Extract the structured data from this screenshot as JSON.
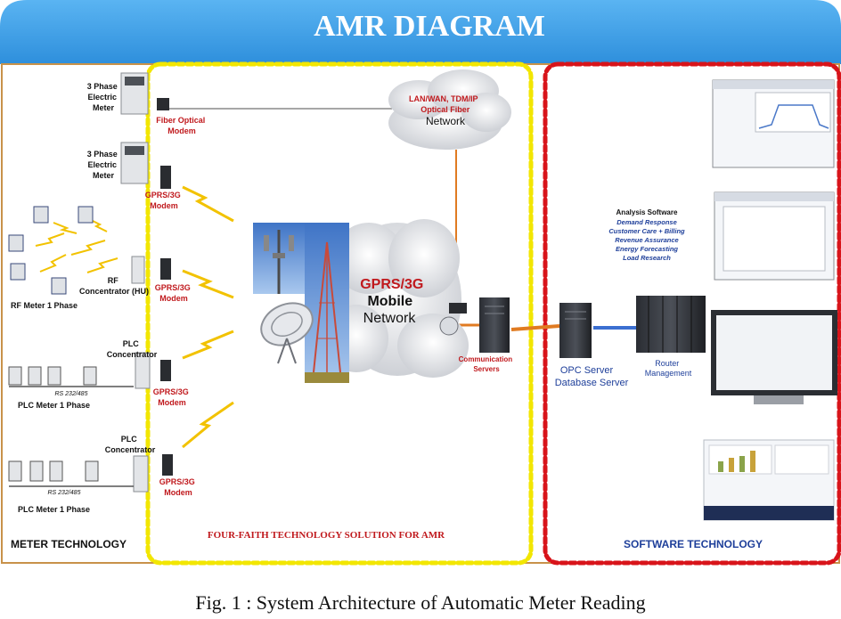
{
  "header": {
    "title": "AMR DIAGRAM"
  },
  "panels": {
    "meter": "METER TECHNOLOGY",
    "solution": "FOUR-FAITH TECHNOLOGY SOLUTION FOR AMR",
    "software": "SOFTWARE TECHNOLOGY"
  },
  "meters": {
    "three_phase_1": [
      "3 Phase",
      "Electric",
      "Meter"
    ],
    "three_phase_2": [
      "3 Phase",
      "Electric",
      "Meter"
    ],
    "rf_concentrator": [
      "RF",
      "Concentrator (HU)"
    ],
    "rf_meter": "RF Meter 1 Phase",
    "plc_concentrator_1": [
      "PLC",
      "Concentrator"
    ],
    "plc_concentrator_2": [
      "PLC",
      "Concentrator"
    ],
    "rs_1": "RS 232/485",
    "rs_2": "RS 232/485",
    "plc_meter_1": "PLC Meter 1 Phase",
    "plc_meter_2": "PLC Meter 1 Phase"
  },
  "modems": {
    "fiber": [
      "Fiber Optical",
      "Modem"
    ],
    "gprs_1": [
      "GPRS/3G",
      "Modem"
    ],
    "gprs_2": [
      "GPRS/3G",
      "Modem"
    ],
    "gprs_3": [
      "GPRS/3G",
      "Modem"
    ],
    "gprs_4": [
      "GPRS/3G",
      "Modem"
    ]
  },
  "networks": {
    "fiber": [
      "LAN/WAN, TDM/IP",
      "Optical Fiber",
      "Network"
    ],
    "mobile": [
      "GPRS/3G",
      "Mobile",
      "Network"
    ]
  },
  "servers": {
    "communication": [
      "Communication",
      "Servers"
    ],
    "opc": [
      "OPC Server",
      "Database Server"
    ],
    "router": [
      "Router",
      "Management"
    ]
  },
  "software": {
    "title": "Analysis Software",
    "items": [
      "Demand Response",
      "Customer Care + Billing",
      "Revenue Assurance",
      "Energy Forecasting",
      "Load Research"
    ]
  },
  "caption": "Fig. 1   : System Architecture of Automatic Meter Reading",
  "colors": {
    "header_blue": "#3a9be3",
    "solution_border": "#f2e600",
    "software_border": "#d8141a",
    "accent_red": "#c0191d",
    "panel_text_blue": "#1e3f9a",
    "link_orange": "#e07b22",
    "lightning": "#f2c200"
  }
}
